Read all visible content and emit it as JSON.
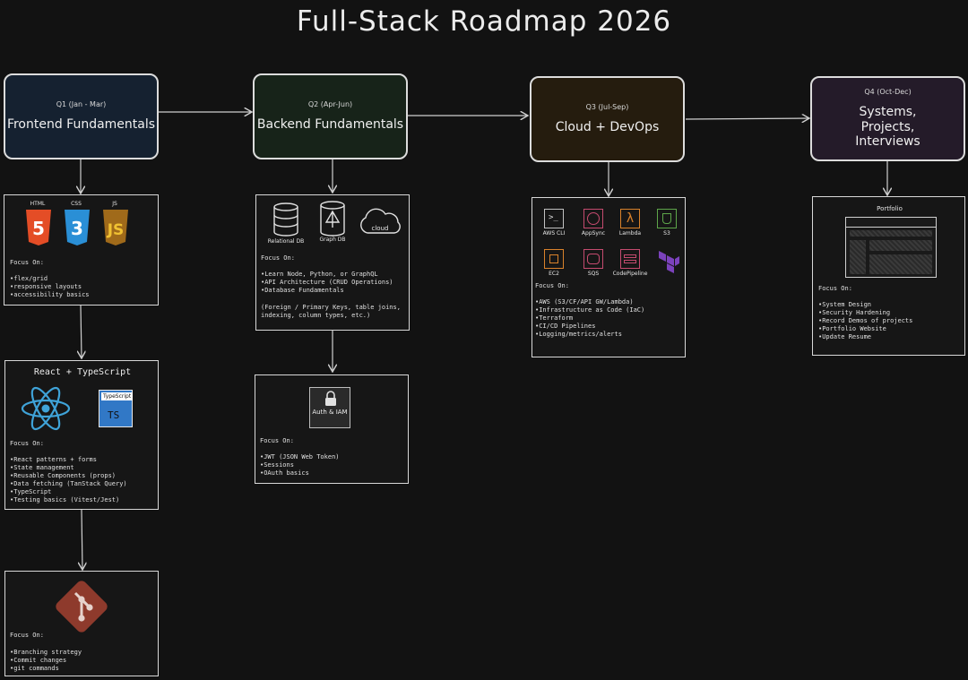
{
  "title": "Full-Stack Roadmap 2026",
  "colors": {
    "q1": "#152130",
    "q2": "#172319",
    "q3": "#251c0e",
    "q4": "#241b29",
    "border": "#dcdcdc",
    "bg": "#121212"
  },
  "q1": {
    "label": "Q1 (Jan - Mar)",
    "name": "Frontend Fundamentals",
    "web": {
      "html": "HTML",
      "css": "CSS",
      "js": "JS",
      "focus": "Focus On:",
      "items": [
        "flex/grid",
        "responsive layouts",
        "accessibility basics"
      ]
    },
    "react": {
      "title": "React + TypeScript",
      "ts_label": "TypeScript",
      "ts": "TS",
      "focus": "Focus On:",
      "items": [
        "React patterns + forms",
        "State management",
        "Reusable Components (props)",
        "Data fetching (TanStack Query)",
        "TypeScript",
        "Testing basics (Vitest/Jest)"
      ]
    },
    "git": {
      "focus": "Focus On:",
      "items": [
        "Branching strategy",
        "Commit changes",
        "git commands"
      ]
    }
  },
  "q2": {
    "label": "Q2 (Apr-Jun)",
    "name": "Backend Fundamentals",
    "db": {
      "relational": "Relational DB",
      "graph": "Graph DB",
      "cloud": "cloud",
      "focus": "Focus On:",
      "items": [
        "Learn Node, Python, or GraphQL",
        "API Architecture (CRUD Operations)",
        "Database Fundamentals"
      ],
      "note": "(Foreign / Primary Keys, table joins, indexing, column types, etc.)"
    },
    "auth": {
      "icon_label": "Auth & IAM",
      "focus": "Focus On:",
      "items": [
        "JWT (JSON Web Token)",
        "Sessions",
        "OAuth basics"
      ]
    }
  },
  "q3": {
    "label": "Q3 (Jul-Sep)",
    "name": "Cloud + DevOps",
    "icons": {
      "aws_cli": "AWS CLI",
      "appsync": "AppSync",
      "lambda": "Lambda",
      "s3": "S3",
      "ec2": "EC2",
      "sqs": "SQS",
      "codepipeline": "CodePipeline"
    },
    "focus": "Focus On:",
    "items": [
      "AWS (S3/CF/API GW/Lambda)",
      "Infrastructure as Code (IaC)",
      "Terraform",
      "CI/CD Pipelines",
      "Logging/metrics/alerts"
    ]
  },
  "q4": {
    "label": "Q4 (Oct-Dec)",
    "name": "Systems, Projects, Interviews",
    "portfolio": "Portfolio",
    "focus": "Focus On:",
    "items": [
      "System Design",
      "Security Hardening",
      "Record Demos of projects",
      "Portfolio Website",
      "Update Resume"
    ]
  }
}
